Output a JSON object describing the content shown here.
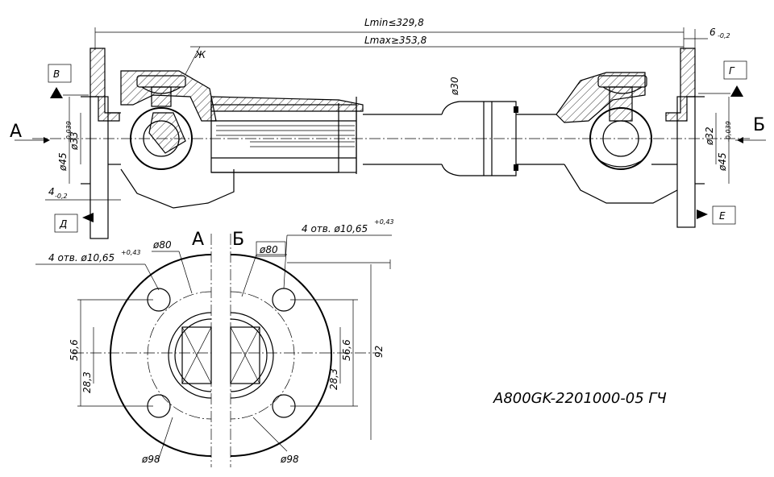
{
  "drawing": {
    "part_number": "A800GK-2201000-05 ГЧ",
    "dims": {
      "lmin": "Lmin≤329,8",
      "lmax": "Lmax≥353,8",
      "d30": "ø30",
      "six": "6",
      "six_tol": "-0,2",
      "d45_left": "ø45",
      "d45_left_tol": "-0,039",
      "d33": "ø33",
      "four": "4",
      "four_tol": "-0,2",
      "d32": "ø32",
      "d45_right": "ø45",
      "d45_right_tol": "-0,039",
      "holes_left": "4 отв. ø10,65",
      "holes_left_tol": "+0,43",
      "holes_right": "4 отв. ø10,65",
      "holes_right_tol": "+0,43",
      "d80_left": "ø80",
      "d80_right": "ø80",
      "d98_left": "ø98",
      "d98_right": "ø98",
      "l566_left": "56,6",
      "l283_left": "28,3",
      "l566_right": "56,6",
      "l283_right": "28,3",
      "l92": "92"
    },
    "labels": {
      "view_a": "А",
      "view_b": "Б",
      "view_a_top": "А",
      "view_b_top": "Б",
      "detail_zh": "Ж",
      "base_v": "В",
      "base_d": "Д",
      "base_g": "Г",
      "base_e": "Е"
    }
  }
}
